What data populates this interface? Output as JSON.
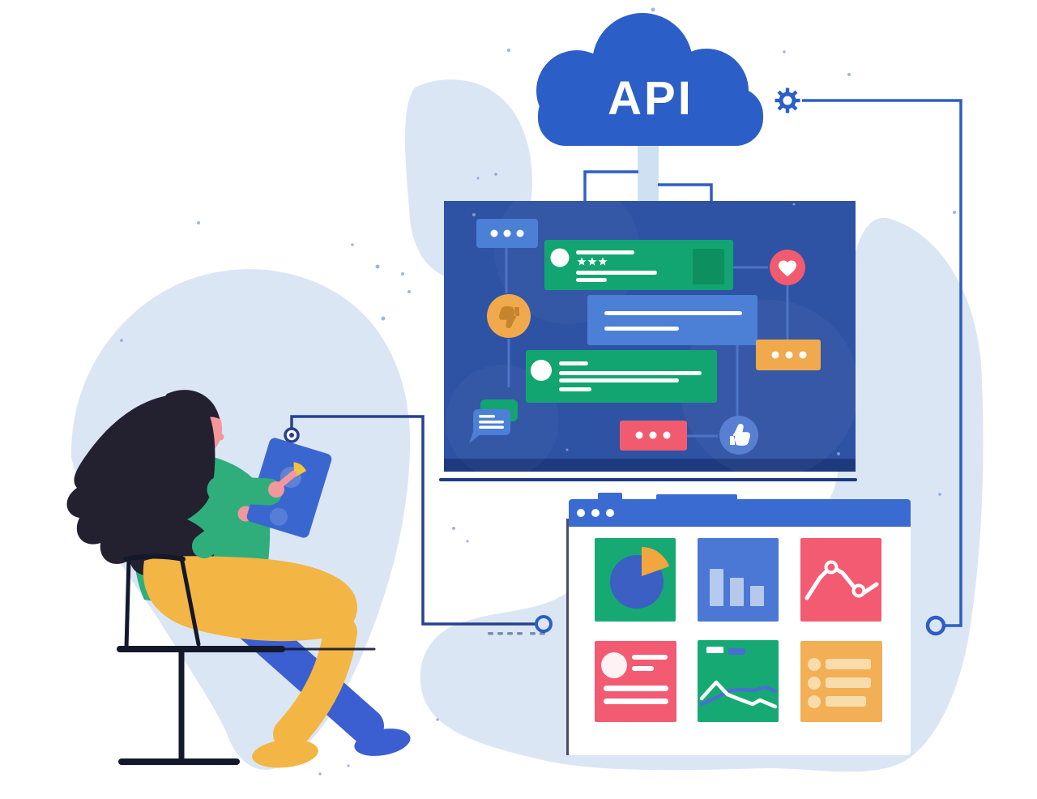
{
  "illustration": {
    "cloud_label": "API",
    "scene_parts": [
      "api-cloud",
      "analytics-monitor",
      "dashboard-browser-window",
      "woman-reading-tablet",
      "connector-wires",
      "background-blobs"
    ],
    "monitor_panels": [
      "ellipsis-chip-blue",
      "review-card-green",
      "heart-reaction",
      "dislike-reaction",
      "message-card-blue",
      "comment-card-green",
      "ellipsis-chip-orange",
      "ellipsis-chip-pink",
      "like-reaction",
      "chat-bubbles"
    ],
    "browser_cards": [
      "pie-chart",
      "bar-chart",
      "line-chart",
      "profile-text",
      "area-chart",
      "bullet-list"
    ]
  },
  "icons": {
    "gear_icon": "gear",
    "heart_icon": "heart",
    "thumbs_up_icon": "thumbs-up",
    "thumbs_down_icon": "thumbs-down",
    "ellipsis_icon": "three-dots",
    "chat_bubbles_icon": "chat-bubbles",
    "star_icon": "star",
    "avatar_icon": "circle-avatar",
    "pie_chart_icon": "pie-chart",
    "bar_chart_icon": "bar-chart",
    "line_chart_icon": "line-chart",
    "area_chart_icon": "area-chart",
    "bullet_list_icon": "bullet-list",
    "connector_node_icon": "ring-node"
  },
  "colors": {
    "background": "#ffffff",
    "blob": "#dbe6f5",
    "primary_blue": "#2b5fc7",
    "dark_navy": "#1c2d5e",
    "screen_blue": "#2e52a4",
    "screen_edge": "#1e3a7e",
    "screen_line": "#4e74c6",
    "panel_blue": "#4c7fd6",
    "window_bar_blue": "#3a6bd0",
    "window_edge_dark": "#2c3150",
    "green": "#13a571",
    "dark_green": "#0e8f60",
    "pink": "#f15b70",
    "orange": "#f0a94c",
    "card_green": "#17a974",
    "card_blue": "#4a78d4",
    "card_pink": "#f25b72",
    "card_orange": "#f2af55",
    "card_line_blue": "#4a6fd0",
    "pie_blue": "#3b5fc3",
    "pie_orange": "#f2a63f",
    "cream": "#f8dcab",
    "yellow": "#f3b544",
    "leg_blue": "#3b5ed1",
    "skin": "#f2989d",
    "hair": "#232030",
    "sweater_green": "#2fae7c",
    "chair": "#14182b",
    "tablet_blue": "#3a67cf",
    "tablet_light": "#5d82d6",
    "tablet_yellow": "#f2c340",
    "like_blue": "#597fd3",
    "dislike_brown": "#c8832f",
    "connector_blue": "#2d5ec4",
    "connector_dark": "#27408f",
    "stem_light": "#cfe0f2",
    "white": "#ffffff"
  }
}
